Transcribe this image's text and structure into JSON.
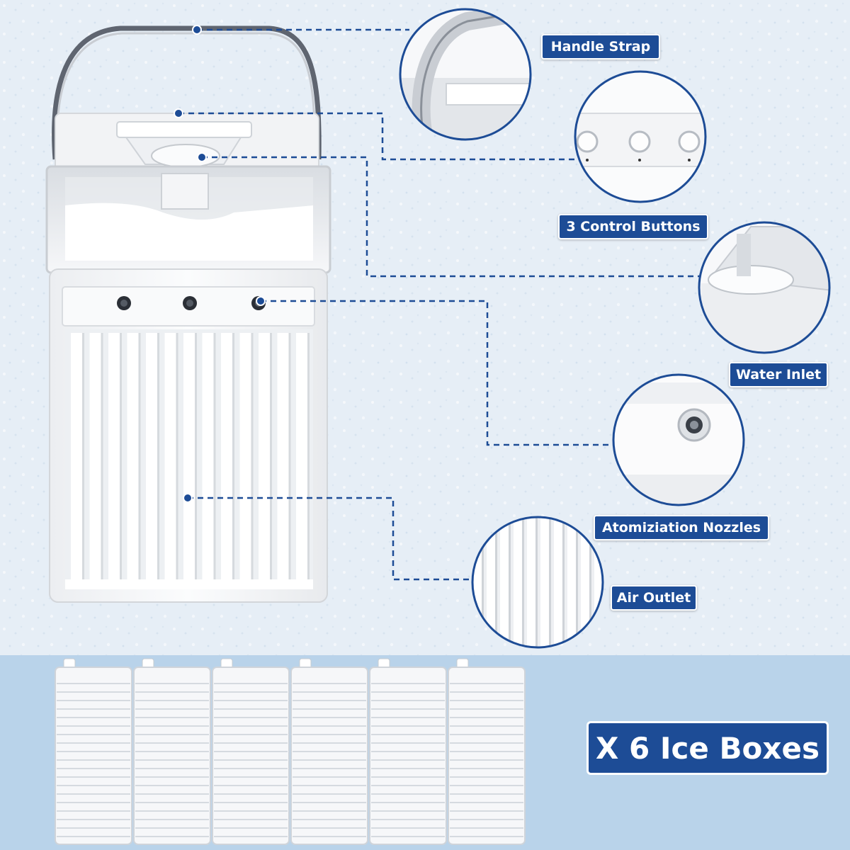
{
  "callouts": {
    "handle_strap": "Handle Strap",
    "control_buttons": "3 Control Buttons",
    "water_inlet": "Water Inlet",
    "atomization_nozzles": "Atomiziation Nozzles",
    "air_outlet": "Air Outlet"
  },
  "ice_boxes": {
    "label": "X 6 Ice Boxes",
    "count": 6
  },
  "colors": {
    "label_bg": "#1d4c96",
    "connector": "#1d4c96",
    "background": "#e8eff6",
    "bottom_panel": "#b9d3ea",
    "device_white": "#f7f8fa"
  }
}
